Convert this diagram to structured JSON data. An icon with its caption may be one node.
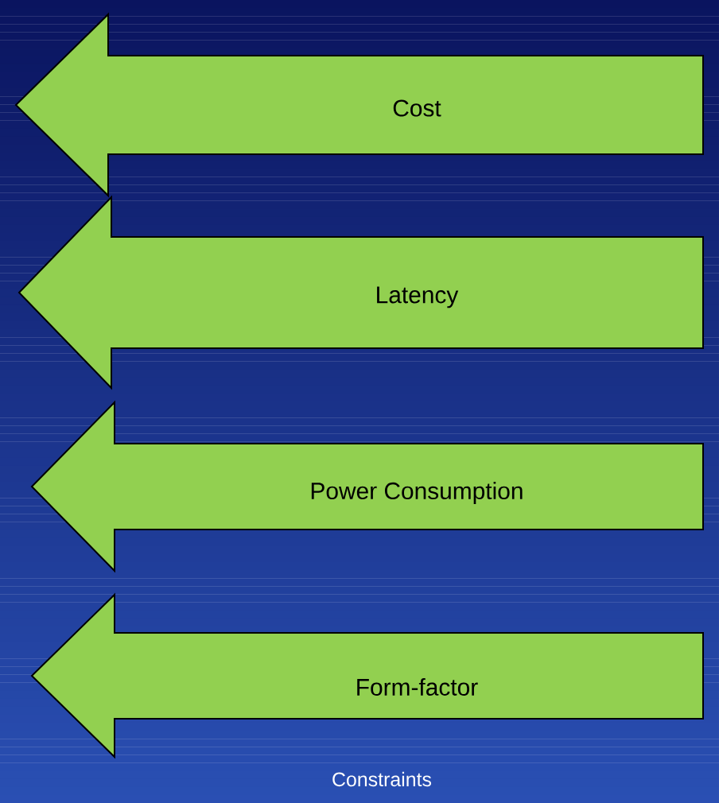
{
  "diagram": {
    "nodes": [
      {
        "text": [
          "Cost"
        ]
      },
      {
        "text": [
          "Latency"
        ]
      },
      {
        "text": [
          "Power Consumption"
        ]
      },
      {
        "text": [
          "Form-factor"
        ]
      }
    ],
    "labels": [
      "Constraints"
    ]
  }
}
